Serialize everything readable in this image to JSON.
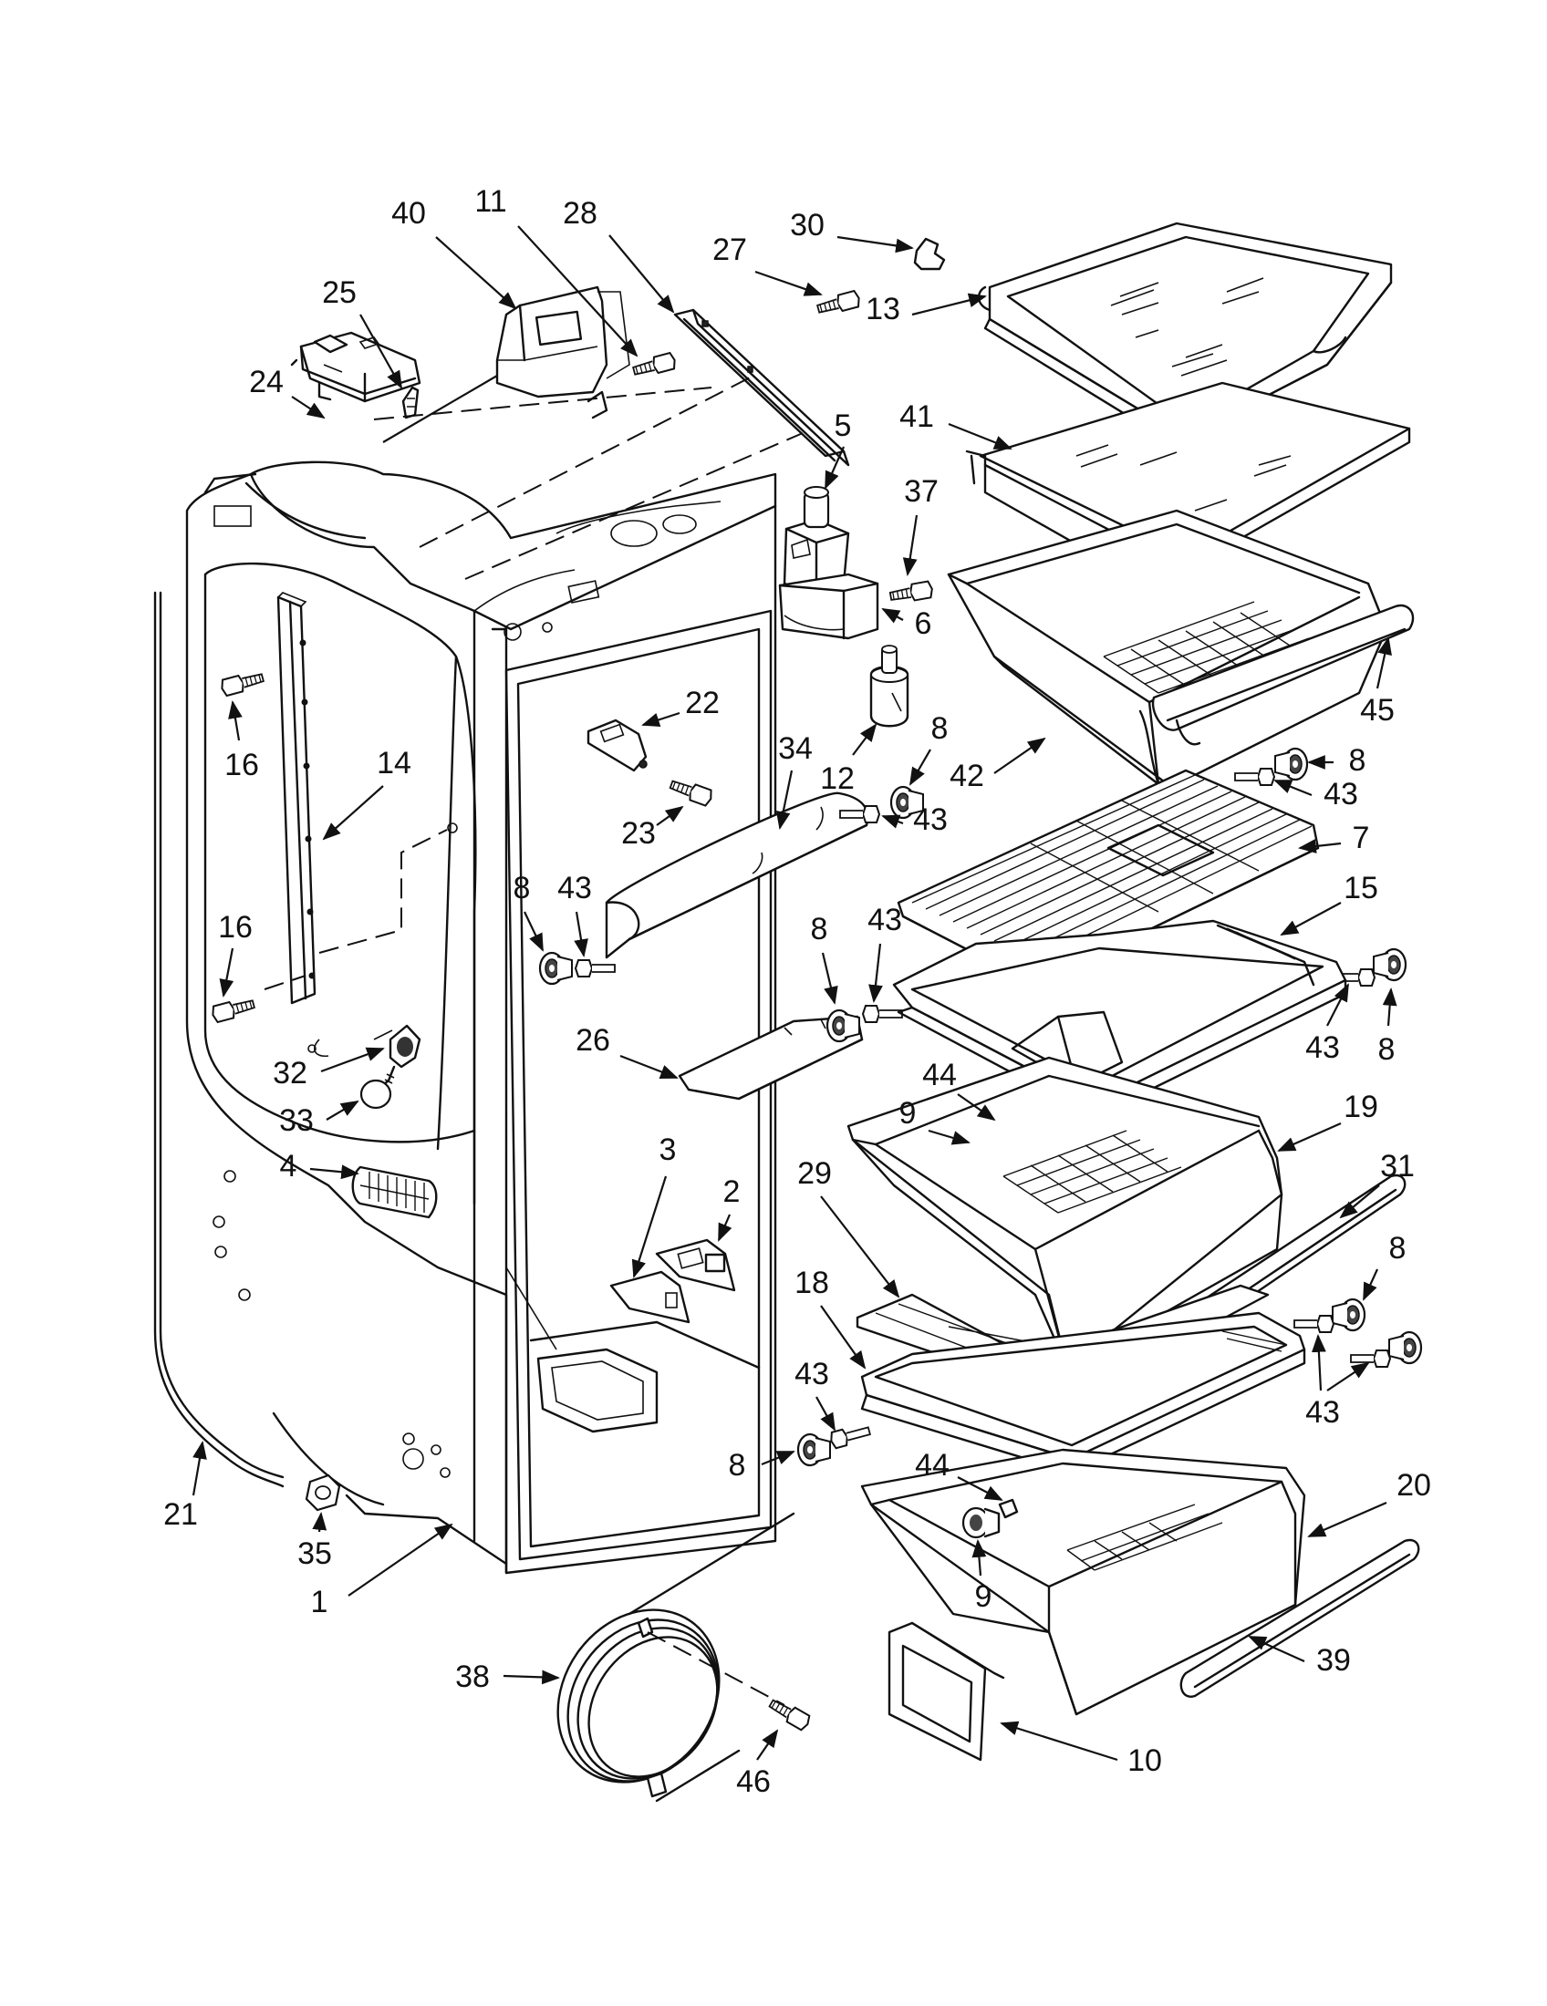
{
  "diagram": {
    "callouts": [
      {
        "id": "c1",
        "text": "1"
      },
      {
        "id": "c2",
        "text": "2"
      },
      {
        "id": "c3",
        "text": "3"
      },
      {
        "id": "c4",
        "text": "4"
      },
      {
        "id": "c5",
        "text": "5"
      },
      {
        "id": "c6",
        "text": "6"
      },
      {
        "id": "c7",
        "text": "7"
      },
      {
        "id": "c8a",
        "text": "8"
      },
      {
        "id": "c8b",
        "text": "8"
      },
      {
        "id": "c8c",
        "text": "8"
      },
      {
        "id": "c8d",
        "text": "8"
      },
      {
        "id": "c8e",
        "text": "8"
      },
      {
        "id": "c8f",
        "text": "8"
      },
      {
        "id": "c8g",
        "text": "8"
      },
      {
        "id": "c9a",
        "text": "9"
      },
      {
        "id": "c9b",
        "text": "9"
      },
      {
        "id": "c10",
        "text": "10"
      },
      {
        "id": "c11",
        "text": "11"
      },
      {
        "id": "c12",
        "text": "12"
      },
      {
        "id": "c13",
        "text": "13"
      },
      {
        "id": "c14",
        "text": "14"
      },
      {
        "id": "c15",
        "text": "15"
      },
      {
        "id": "c16a",
        "text": "16"
      },
      {
        "id": "c16b",
        "text": "16"
      },
      {
        "id": "c18",
        "text": "18"
      },
      {
        "id": "c19",
        "text": "19"
      },
      {
        "id": "c20",
        "text": "20"
      },
      {
        "id": "c21",
        "text": "21"
      },
      {
        "id": "c22",
        "text": "22"
      },
      {
        "id": "c23",
        "text": "23"
      },
      {
        "id": "c24",
        "text": "24"
      },
      {
        "id": "c25",
        "text": "25"
      },
      {
        "id": "c26",
        "text": "26"
      },
      {
        "id": "c27",
        "text": "27"
      },
      {
        "id": "c28",
        "text": "28"
      },
      {
        "id": "c29",
        "text": "29"
      },
      {
        "id": "c30",
        "text": "30"
      },
      {
        "id": "c31",
        "text": "31"
      },
      {
        "id": "c32",
        "text": "32"
      },
      {
        "id": "c33",
        "text": "33"
      },
      {
        "id": "c34",
        "text": "34"
      },
      {
        "id": "c35",
        "text": "35"
      },
      {
        "id": "c37",
        "text": "37"
      },
      {
        "id": "c38",
        "text": "38"
      },
      {
        "id": "c39",
        "text": "39"
      },
      {
        "id": "c40",
        "text": "40"
      },
      {
        "id": "c41",
        "text": "41"
      },
      {
        "id": "c42",
        "text": "42"
      },
      {
        "id": "c43a",
        "text": "43"
      },
      {
        "id": "c43b",
        "text": "43"
      },
      {
        "id": "c43c",
        "text": "43"
      },
      {
        "id": "c43d",
        "text": "43"
      },
      {
        "id": "c43e",
        "text": "43"
      },
      {
        "id": "c43f",
        "text": "43"
      },
      {
        "id": "c43g",
        "text": "43"
      },
      {
        "id": "c44a",
        "text": "44"
      },
      {
        "id": "c44b",
        "text": "44"
      },
      {
        "id": "c45",
        "text": "45"
      },
      {
        "id": "c46",
        "text": "46"
      }
    ]
  }
}
